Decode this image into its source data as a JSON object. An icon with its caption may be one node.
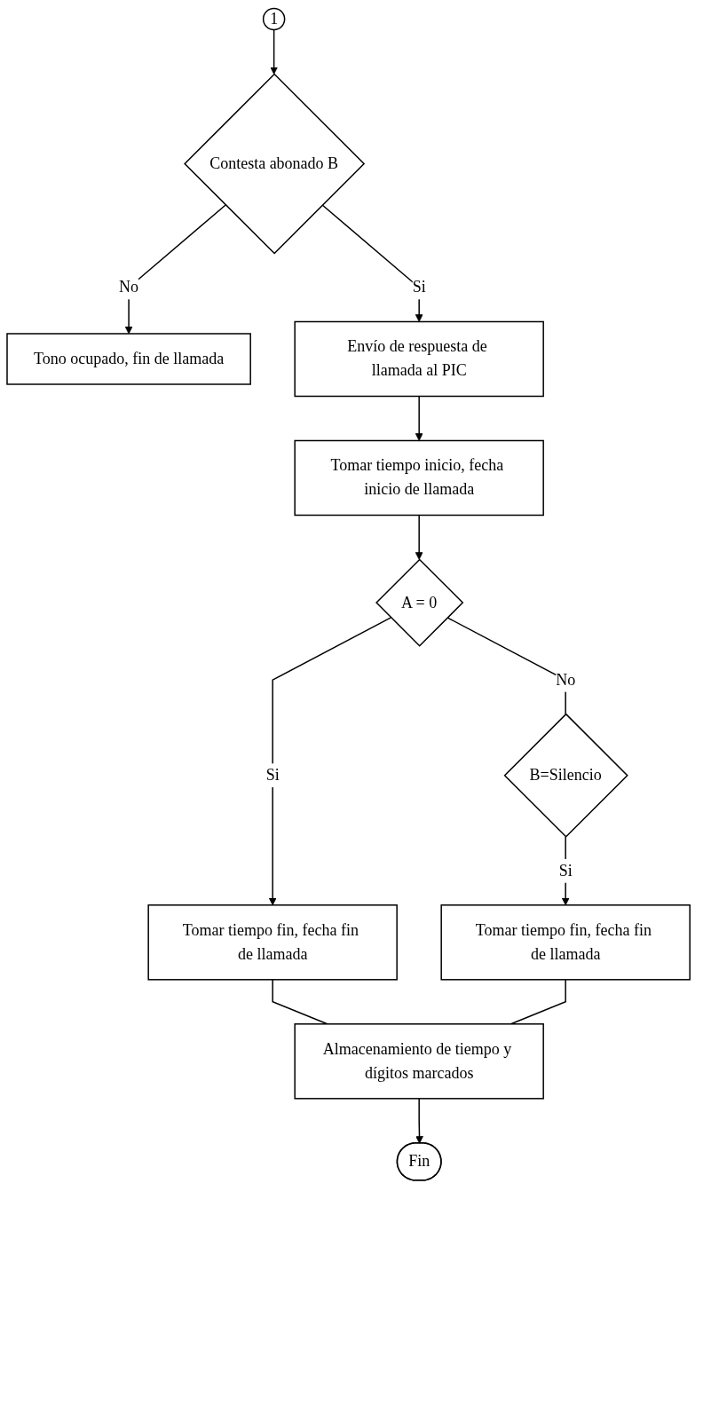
{
  "diagram": {
    "nodes": [
      {
        "text": [
          "1"
        ]
      },
      {
        "text": [
          "Contesta abonado B"
        ]
      },
      {
        "text": [
          "Tono ocupado, fin de llamada"
        ]
      },
      {
        "text": [
          "Envío de respuesta de llamada al PIC"
        ]
      },
      {
        "text": [
          "Tomar tiempo inicio, fecha inicio de llamada"
        ]
      },
      {
        "text": [
          "A = 0"
        ]
      },
      {
        "text": [
          "B=Silencio"
        ]
      },
      {
        "text": [
          "Tomar tiempo fin, fecha fin de llamada"
        ]
      },
      {
        "text": [
          "Tomar tiempo fin, fecha fin de llamada"
        ]
      },
      {
        "text": [
          "Almacenamiento de tiempo y dígitos marcados"
        ]
      },
      {
        "text": [
          "Fin"
        ]
      }
    ],
    "edges": [
      {
        "from": 0,
        "to": 1,
        "arrow": "to"
      },
      {
        "from": 1,
        "to": 2,
        "arrow": "to",
        "label": "No"
      },
      {
        "from": 1,
        "to": 3,
        "arrow": "to",
        "label": "Si"
      },
      {
        "from": 3,
        "to": 4,
        "arrow": "to"
      },
      {
        "from": 4,
        "to": 5,
        "arrow": "to"
      },
      {
        "from": 5,
        "to": 6,
        "arrow": "none",
        "label": "No"
      },
      {
        "from": 5,
        "to": 7,
        "arrow": "to",
        "label": "Si"
      },
      {
        "from": 6,
        "to": 8,
        "arrow": "to",
        "label": "Si"
      },
      {
        "from": 7,
        "to": 9,
        "arrow": "none"
      },
      {
        "from": 8,
        "to": 9,
        "arrow": "none"
      },
      {
        "from": 9,
        "to": 10,
        "arrow": "to"
      }
    ]
  }
}
